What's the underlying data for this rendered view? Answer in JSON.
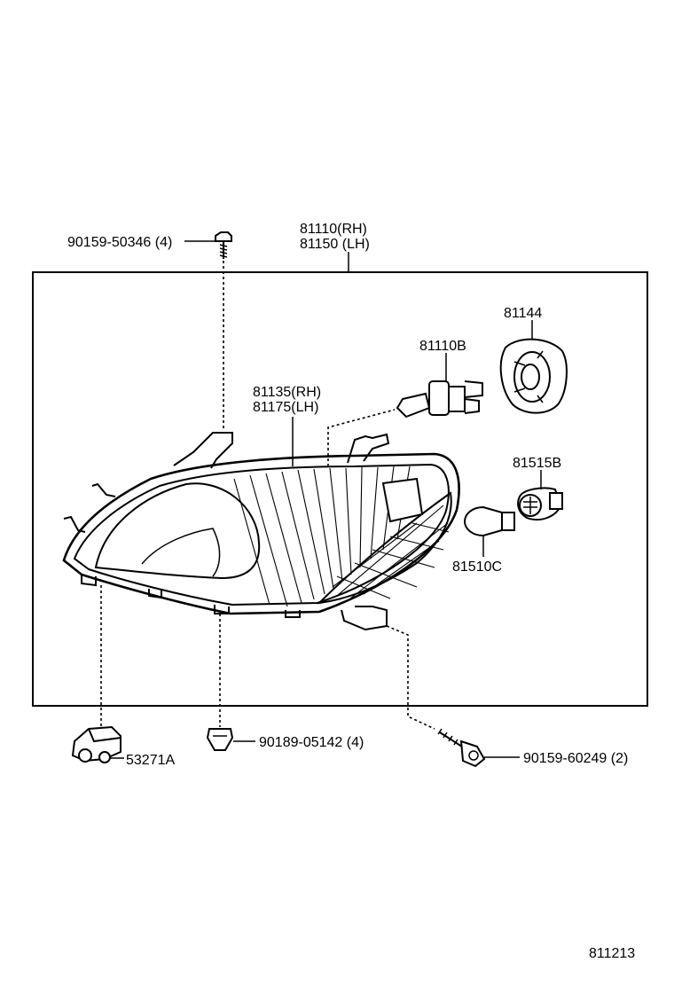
{
  "diagram": {
    "labels": {
      "bolt_top": "90159-50346 (4)",
      "assy_rh": "81110(RH)",
      "assy_lh": "81150 (LH)",
      "socket_cover": "81144",
      "bulb_main": "81110B",
      "unit_rh": "81135(RH)",
      "unit_lh": "81175(LH)",
      "socket_side": "81515B",
      "bulb_side": "81510C",
      "clip": "90189-05142 (4)",
      "bracket": "53271A",
      "screw_bottom": "90159-60249 (2)",
      "figure_number": "811213"
    }
  }
}
